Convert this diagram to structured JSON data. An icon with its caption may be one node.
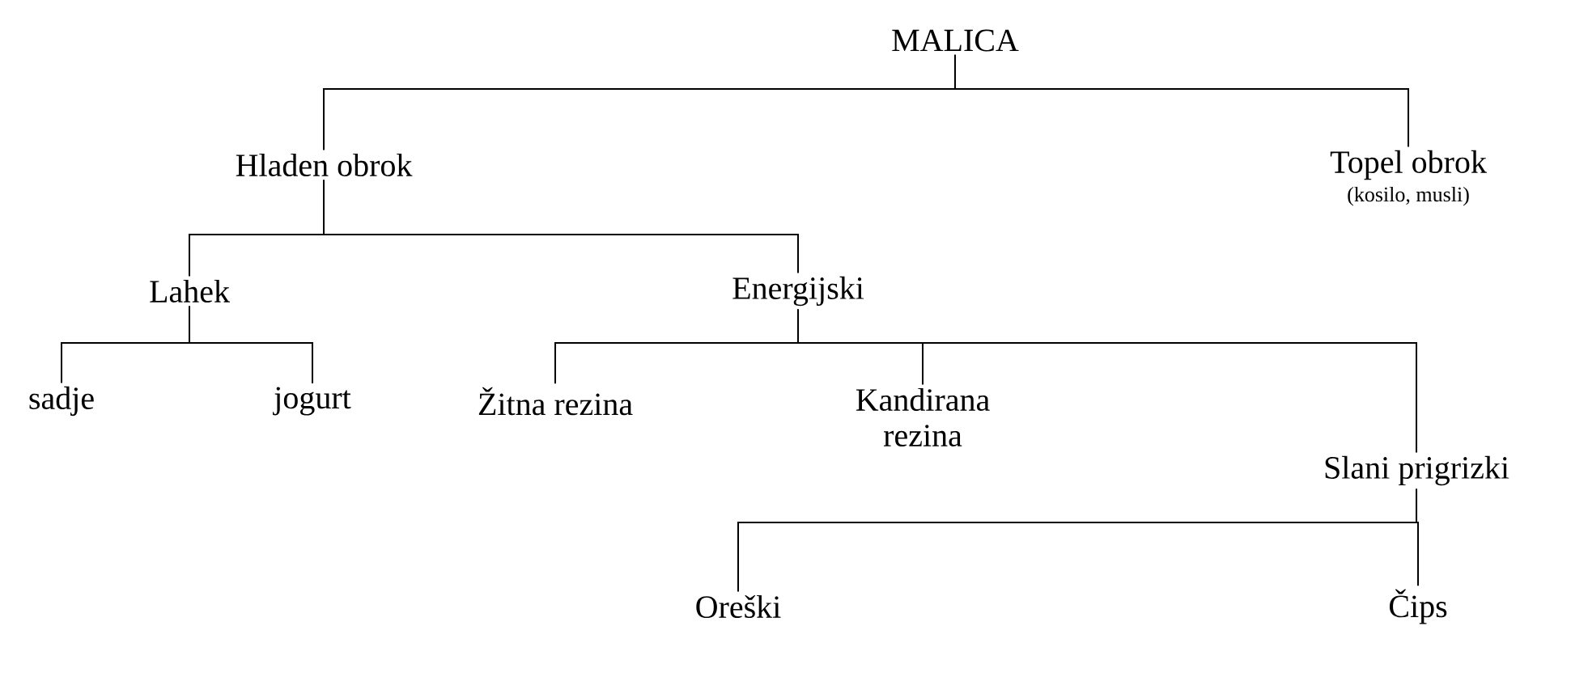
{
  "diagram": {
    "nodes": [
      {
        "text": [
          "MALICA"
        ]
      },
      {
        "text": [
          "Hladen obrok"
        ]
      },
      {
        "text": [
          "Topel obrok"
        ],
        "beside": [
          "(kosilo, musli)"
        ]
      },
      {
        "text": [
          "Lahek"
        ]
      },
      {
        "text": [
          "Energijski"
        ]
      },
      {
        "text": [
          "sadje"
        ]
      },
      {
        "text": [
          "jogurt"
        ]
      },
      {
        "text": [
          "Žitna rezina"
        ]
      },
      {
        "text": [
          "Kandirana rezina"
        ]
      },
      {
        "text": [
          "Slani prigrizki"
        ]
      },
      {
        "text": [
          "Oreški"
        ]
      },
      {
        "text": [
          "Čips"
        ]
      }
    ],
    "edges": [
      {
        "from": 0,
        "to": 1,
        "arrow": "none"
      },
      {
        "from": 0,
        "to": 2,
        "arrow": "none"
      },
      {
        "from": 1,
        "to": 3,
        "arrow": "none"
      },
      {
        "from": 1,
        "to": 4,
        "arrow": "none"
      },
      {
        "from": 3,
        "to": 5,
        "arrow": "none"
      },
      {
        "from": 3,
        "to": 6,
        "arrow": "none"
      },
      {
        "from": 4,
        "to": 7,
        "arrow": "none"
      },
      {
        "from": 4,
        "to": 8,
        "arrow": "none"
      },
      {
        "from": 4,
        "to": 9,
        "arrow": "none"
      },
      {
        "from": 9,
        "to": 10,
        "arrow": "none"
      },
      {
        "from": 9,
        "to": 11,
        "arrow": "none"
      }
    ]
  }
}
